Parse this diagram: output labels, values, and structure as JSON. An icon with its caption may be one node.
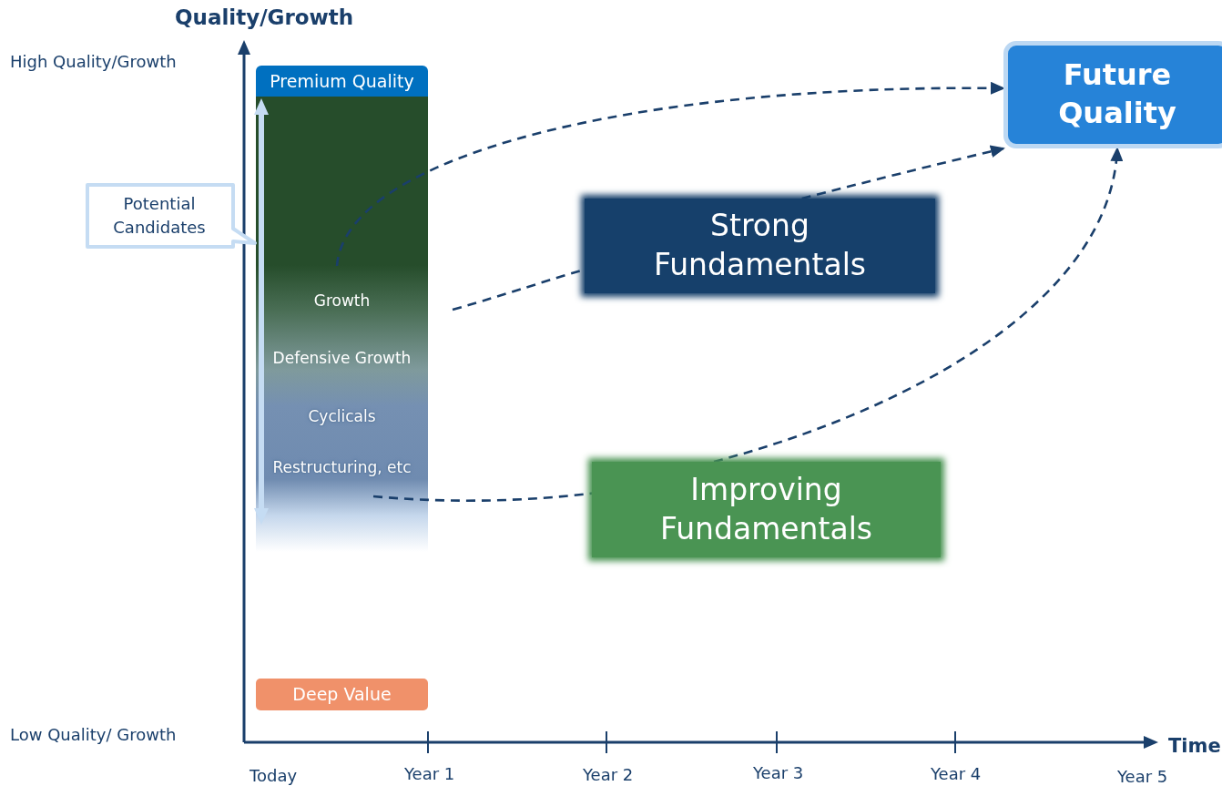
{
  "diagram": {
    "nodes": [
      {
        "text": [
          "Premium Quality"
        ]
      },
      {
        "text": [
          "Growth",
          "Defensive Growth",
          "Cyclicals",
          "Restructuring, etc"
        ]
      },
      {
        "text": [
          "Potential Candidates"
        ]
      },
      {
        "text": [
          "Strong Fundamentals"
        ]
      },
      {
        "text": [
          "Improving Fundamentals"
        ]
      },
      {
        "text": [
          "Future Quality"
        ]
      },
      {
        "text": [
          "Deep Value"
        ]
      }
    ],
    "edges": [
      {
        "from": 1,
        "to": 5,
        "arrow": "to",
        "style": "dashed"
      },
      {
        "from": 1,
        "to": 3,
        "arrow": "none",
        "style": "dashed"
      },
      {
        "from": 3,
        "to": 5,
        "arrow": "to",
        "style": "dashed"
      },
      {
        "from": 1,
        "to": 4,
        "arrow": "none",
        "style": "dashed"
      },
      {
        "from": 4,
        "to": 5,
        "arrow": "to",
        "style": "dashed"
      }
    ],
    "labels": [
      "Quality/Growth",
      "High Quality/Growth",
      "Low Quality/ Growth",
      "Time",
      "Today",
      "Year 1",
      "Year 2",
      "Year 3",
      "Year 4",
      "Year 5"
    ]
  }
}
